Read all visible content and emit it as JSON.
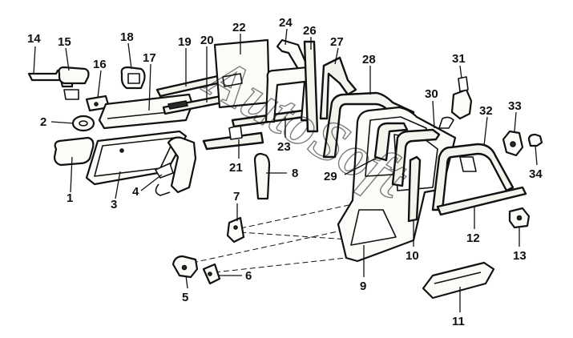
{
  "watermark": "AutoSoft",
  "labels": [
    {
      "id": "1",
      "text": "1"
    },
    {
      "id": "2",
      "text": "2"
    },
    {
      "id": "3",
      "text": "3"
    },
    {
      "id": "4",
      "text": "4"
    },
    {
      "id": "5",
      "text": "5"
    },
    {
      "id": "6",
      "text": "6"
    },
    {
      "id": "7",
      "text": "7"
    },
    {
      "id": "8",
      "text": "8"
    },
    {
      "id": "9",
      "text": "9"
    },
    {
      "id": "10",
      "text": "10"
    },
    {
      "id": "11",
      "text": "11"
    },
    {
      "id": "12",
      "text": "12"
    },
    {
      "id": "13",
      "text": "13"
    },
    {
      "id": "14",
      "text": "14"
    },
    {
      "id": "15",
      "text": "15"
    },
    {
      "id": "16",
      "text": "16"
    },
    {
      "id": "17",
      "text": "17"
    },
    {
      "id": "18",
      "text": "18"
    },
    {
      "id": "19",
      "text": "19"
    },
    {
      "id": "20",
      "text": "20"
    },
    {
      "id": "21",
      "text": "21"
    },
    {
      "id": "22",
      "text": "22"
    },
    {
      "id": "23",
      "text": "23"
    },
    {
      "id": "24",
      "text": "24"
    },
    {
      "id": "26",
      "text": "26"
    },
    {
      "id": "27",
      "text": "27"
    },
    {
      "id": "28",
      "text": "28"
    },
    {
      "id": "29",
      "text": "29"
    },
    {
      "id": "30",
      "text": "30"
    },
    {
      "id": "31",
      "text": "31"
    },
    {
      "id": "32",
      "text": "32"
    },
    {
      "id": "33",
      "text": "33"
    },
    {
      "id": "34",
      "text": "34"
    }
  ]
}
